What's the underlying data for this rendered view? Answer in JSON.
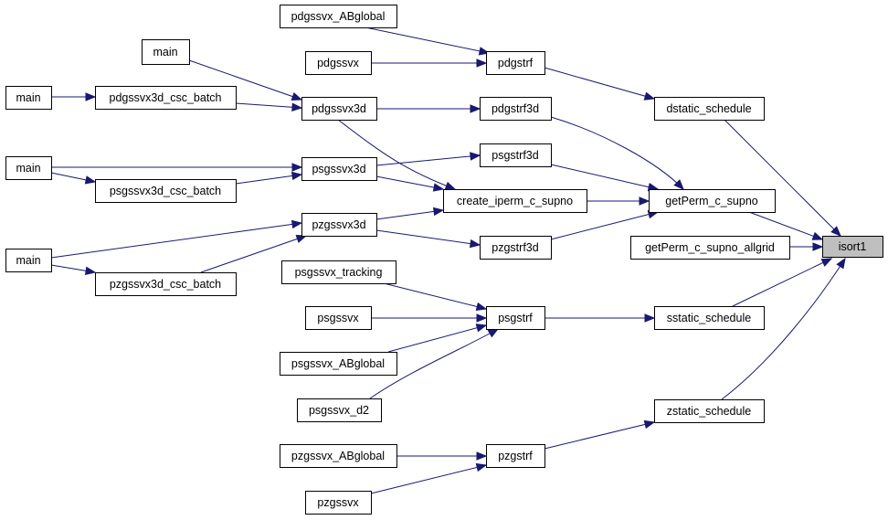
{
  "diagram": {
    "type": "caller-graph",
    "edge_color": "#191970",
    "focus_fill": "#bfbfbf",
    "nodes": [
      {
        "id": "isort1",
        "label": "isort1",
        "focus": true
      },
      {
        "id": "dstatic_schedule",
        "label": "dstatic_schedule"
      },
      {
        "id": "getPerm_c_supno",
        "label": "getPerm_c_supno"
      },
      {
        "id": "getPerm_c_supno_allgrid",
        "label": "getPerm_c_supno_allgrid"
      },
      {
        "id": "sstatic_schedule",
        "label": "sstatic_schedule"
      },
      {
        "id": "zstatic_schedule",
        "label": "zstatic_schedule"
      },
      {
        "id": "pdgstrf",
        "label": "pdgstrf"
      },
      {
        "id": "pdgstrf3d",
        "label": "pdgstrf3d"
      },
      {
        "id": "psgstrf3d",
        "label": "psgstrf3d"
      },
      {
        "id": "create_iperm_c_supno",
        "label": "create_iperm_c_supno"
      },
      {
        "id": "pzgstrf3d",
        "label": "pzgstrf3d"
      },
      {
        "id": "psgstrf",
        "label": "psgstrf"
      },
      {
        "id": "pzgstrf",
        "label": "pzgstrf"
      },
      {
        "id": "pdgssvx_ABglobal",
        "label": "pdgssvx_ABglobal"
      },
      {
        "id": "pdgssvx",
        "label": "pdgssvx"
      },
      {
        "id": "pdgssvx3d",
        "label": "pdgssvx3d"
      },
      {
        "id": "psgssvx3d",
        "label": "psgssvx3d"
      },
      {
        "id": "pzgssvx3d",
        "label": "pzgssvx3d"
      },
      {
        "id": "psgssvx_tracking",
        "label": "psgssvx_tracking"
      },
      {
        "id": "psgssvx",
        "label": "psgssvx"
      },
      {
        "id": "psgssvx_ABglobal",
        "label": "psgssvx_ABglobal"
      },
      {
        "id": "psgssvx_d2",
        "label": "psgssvx_d2"
      },
      {
        "id": "pzgssvx_ABglobal",
        "label": "pzgssvx_ABglobal"
      },
      {
        "id": "pzgssvx",
        "label": "pzgssvx"
      },
      {
        "id": "main_top",
        "label": "main"
      },
      {
        "id": "pdgssvx3d_csc_batch",
        "label": "pdgssvx3d_csc_batch"
      },
      {
        "id": "psgssvx3d_csc_batch",
        "label": "psgssvx3d_csc_batch"
      },
      {
        "id": "pzgssvx3d_csc_batch",
        "label": "pzgssvx3d_csc_batch"
      },
      {
        "id": "main_pd",
        "label": "main"
      },
      {
        "id": "main_ps",
        "label": "main"
      },
      {
        "id": "main_pz",
        "label": "main"
      }
    ],
    "edges": [
      {
        "from": "dstatic_schedule",
        "to": "isort1"
      },
      {
        "from": "getPerm_c_supno",
        "to": "isort1"
      },
      {
        "from": "getPerm_c_supno_allgrid",
        "to": "isort1"
      },
      {
        "from": "sstatic_schedule",
        "to": "isort1"
      },
      {
        "from": "zstatic_schedule",
        "to": "isort1"
      },
      {
        "from": "pdgstrf",
        "to": "dstatic_schedule"
      },
      {
        "from": "pdgstrf3d",
        "to": "getPerm_c_supno"
      },
      {
        "from": "psgstrf3d",
        "to": "getPerm_c_supno"
      },
      {
        "from": "create_iperm_c_supno",
        "to": "getPerm_c_supno"
      },
      {
        "from": "pzgstrf3d",
        "to": "getPerm_c_supno"
      },
      {
        "from": "psgstrf",
        "to": "sstatic_schedule"
      },
      {
        "from": "pzgstrf",
        "to": "zstatic_schedule"
      },
      {
        "from": "pdgssvx_ABglobal",
        "to": "pdgstrf"
      },
      {
        "from": "pdgssvx",
        "to": "pdgstrf"
      },
      {
        "from": "pdgssvx3d",
        "to": "pdgstrf3d"
      },
      {
        "from": "pdgssvx3d",
        "to": "create_iperm_c_supno"
      },
      {
        "from": "psgssvx3d",
        "to": "psgstrf3d"
      },
      {
        "from": "psgssvx3d",
        "to": "create_iperm_c_supno"
      },
      {
        "from": "pzgssvx3d",
        "to": "create_iperm_c_supno"
      },
      {
        "from": "pzgssvx3d",
        "to": "pzgstrf3d"
      },
      {
        "from": "psgssvx_tracking",
        "to": "psgstrf"
      },
      {
        "from": "psgssvx",
        "to": "psgstrf"
      },
      {
        "from": "psgssvx_ABglobal",
        "to": "psgstrf"
      },
      {
        "from": "psgssvx_d2",
        "to": "psgstrf"
      },
      {
        "from": "pzgssvx_ABglobal",
        "to": "pzgstrf"
      },
      {
        "from": "pzgssvx",
        "to": "pzgstrf"
      },
      {
        "from": "main_top",
        "to": "pdgssvx3d"
      },
      {
        "from": "pdgssvx3d_csc_batch",
        "to": "pdgssvx3d"
      },
      {
        "from": "main_pd",
        "to": "pdgssvx3d_csc_batch"
      },
      {
        "from": "main_ps",
        "to": "psgssvx3d"
      },
      {
        "from": "main_ps",
        "to": "psgssvx3d_csc_batch"
      },
      {
        "from": "psgssvx3d_csc_batch",
        "to": "psgssvx3d"
      },
      {
        "from": "pzgssvx3d_csc_batch",
        "to": "pzgssvx3d"
      },
      {
        "from": "main_pz",
        "to": "pzgssvx3d"
      },
      {
        "from": "main_pz",
        "to": "pzgssvx3d_csc_batch"
      }
    ]
  }
}
